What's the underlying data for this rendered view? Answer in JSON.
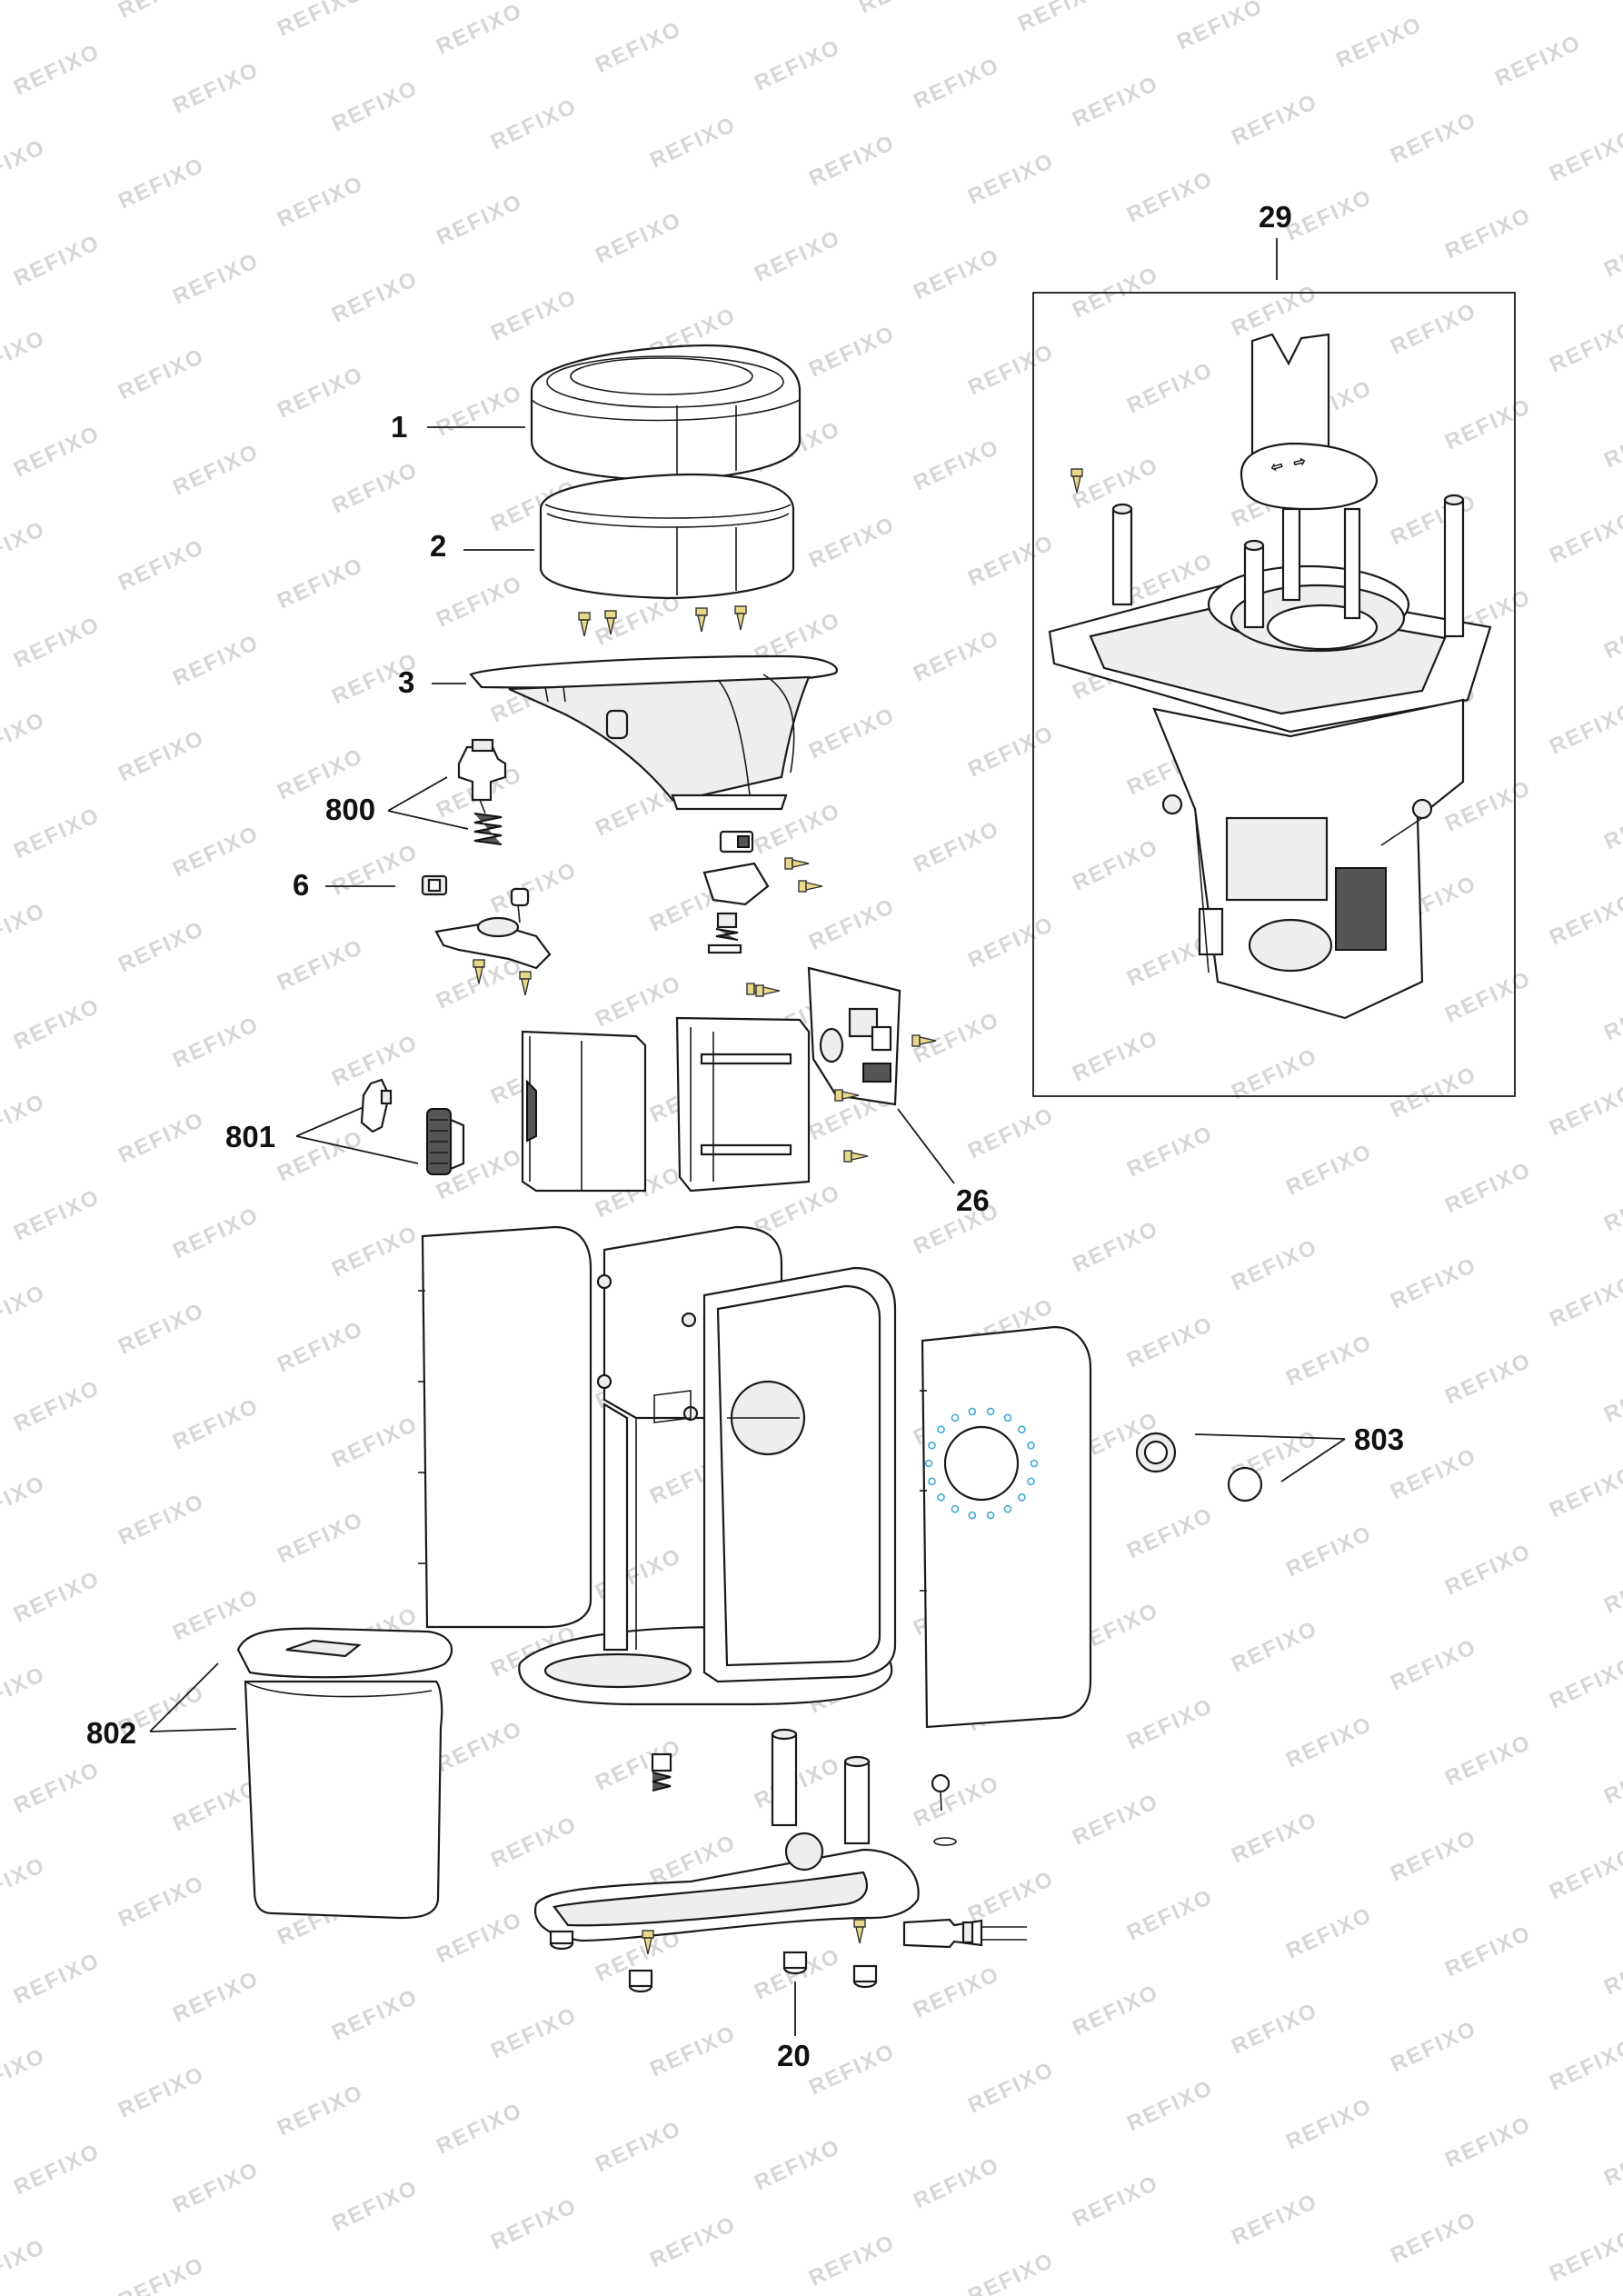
{
  "diagram": {
    "watermark": "REFIXO",
    "callouts": {
      "c1": "1",
      "c2": "2",
      "c3": "3",
      "c800": "800",
      "c6": "6",
      "c801": "801",
      "c26": "26",
      "c29": "29",
      "c802": "802",
      "c803": "803",
      "c20": "20"
    },
    "motor_labels": {
      "a": "⇦",
      "b": "⇨"
    }
  },
  "colors": {
    "line": "#1a1a1a",
    "watermark": "#d6d6d6",
    "screw": "#e8d98a",
    "led_dots": "#3fa9d8"
  }
}
